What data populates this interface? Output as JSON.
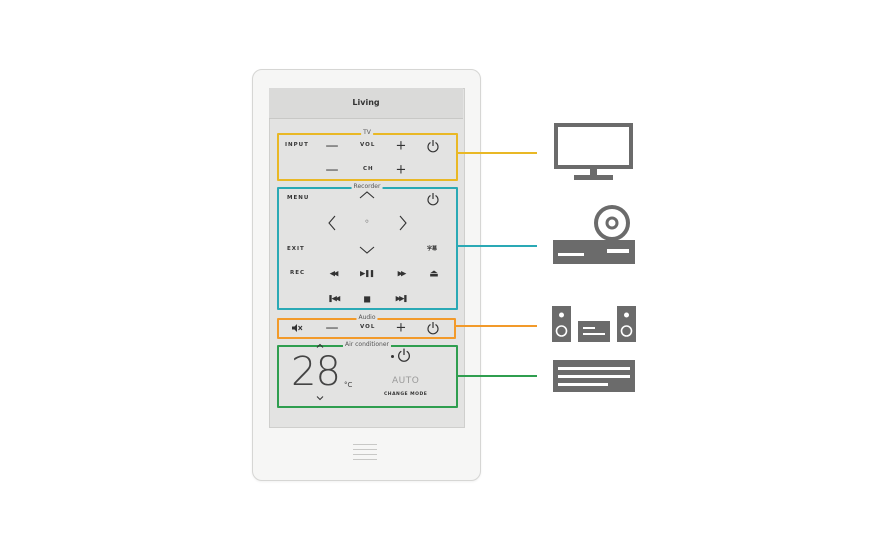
{
  "screen": {
    "title": "Living"
  },
  "groups": {
    "tv": {
      "label": "TV",
      "input": "INPUT",
      "vol": "VOL",
      "ch": "CH",
      "minus": "—",
      "plus": "+"
    },
    "recorder": {
      "label": "Recorder",
      "menu": "MENU",
      "exit": "EXIT",
      "rec": "REC",
      "small_label": "字幕",
      "center": "◦",
      "rewind": "◀◀",
      "play_pause": "▶❚❚",
      "fast_forward": "▶▶",
      "eject": "⏏",
      "prev": "❚◀◀",
      "stop": "■",
      "next": "▶▶❚"
    },
    "audio": {
      "label": "Audio",
      "vol": "VOL",
      "minus": "—",
      "plus": "+"
    },
    "air_conditioner": {
      "label": "Air conditioner",
      "temperature": "28",
      "unit": "°C",
      "mode": "AUTO",
      "change_mode": "CHANGE MODE"
    }
  },
  "colors": {
    "tv": "#e9b825",
    "recorder": "#2aa9b5",
    "audio": "#f29a2a",
    "air_conditioner": "#2f9e4f",
    "device_icon": "#6b6b6b"
  },
  "icons": {
    "tv": "television-icon",
    "recorder": "disc-recorder-icon",
    "audio": "stereo-speakers-icon",
    "air_conditioner": "air-conditioner-icon"
  }
}
